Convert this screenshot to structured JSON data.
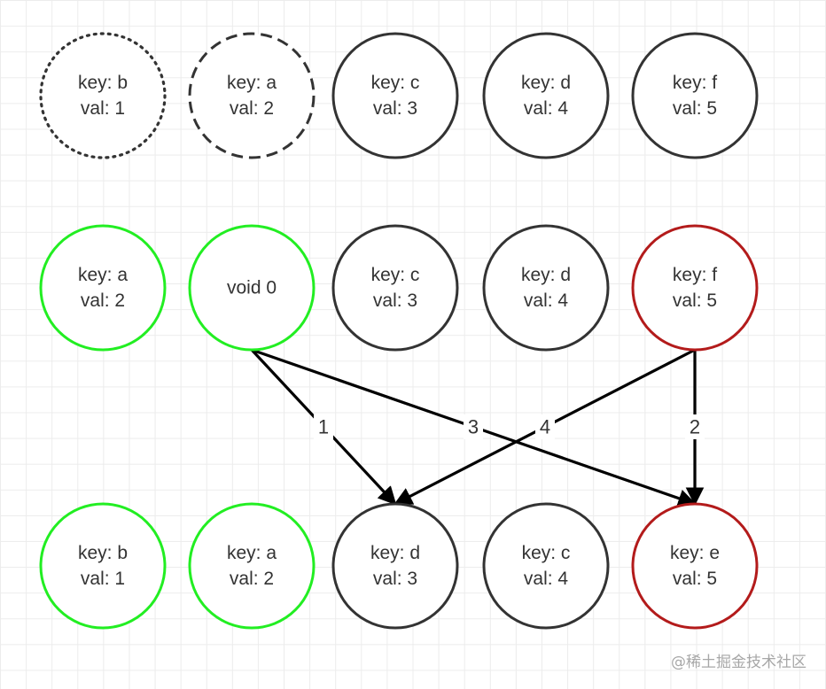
{
  "nodes": [
    {
      "id": "r1c1",
      "lines": [
        "key: b",
        "val: 1"
      ],
      "border": "dotted",
      "color": "#333333"
    },
    {
      "id": "r1c2",
      "lines": [
        "key: a",
        "val: 2"
      ],
      "border": "dashed",
      "color": "#333333"
    },
    {
      "id": "r1c3",
      "lines": [
        "key: c",
        "val: 3"
      ],
      "border": "solid",
      "color": "#333333"
    },
    {
      "id": "r1c4",
      "lines": [
        "key: d",
        "val: 4"
      ],
      "border": "solid",
      "color": "#333333"
    },
    {
      "id": "r1c5",
      "lines": [
        "key: f",
        "val: 5"
      ],
      "border": "solid",
      "color": "#333333"
    },
    {
      "id": "r2c1",
      "lines": [
        "key: a",
        "val: 2"
      ],
      "border": "solid",
      "color": "#22ee22"
    },
    {
      "id": "r2c2",
      "lines": [
        "void 0"
      ],
      "border": "solid",
      "color": "#22ee22"
    },
    {
      "id": "r2c3",
      "lines": [
        "key: c",
        "val: 3"
      ],
      "border": "solid",
      "color": "#333333"
    },
    {
      "id": "r2c4",
      "lines": [
        "key: d",
        "val: 4"
      ],
      "border": "solid",
      "color": "#333333"
    },
    {
      "id": "r2c5",
      "lines": [
        "key: f",
        "val: 5"
      ],
      "border": "solid",
      "color": "#b31b1b"
    },
    {
      "id": "r3c1",
      "lines": [
        "key: b",
        "val: 1"
      ],
      "border": "solid",
      "color": "#22ee22"
    },
    {
      "id": "r3c2",
      "lines": [
        "key: a",
        "val: 2"
      ],
      "border": "solid",
      "color": "#22ee22"
    },
    {
      "id": "r3c3",
      "lines": [
        "key: d",
        "val: 3"
      ],
      "border": "solid",
      "color": "#333333"
    },
    {
      "id": "r3c4",
      "lines": [
        "key: c",
        "val: 4"
      ],
      "border": "solid",
      "color": "#333333"
    },
    {
      "id": "r3c5",
      "lines": [
        "key: e",
        "val: 5"
      ],
      "border": "solid",
      "color": "#b31b1b"
    }
  ],
  "edges": [
    {
      "from": "r2c2",
      "to": "r3c3",
      "label": "1"
    },
    {
      "from": "r2c5",
      "to": "r3c5",
      "label": "2"
    },
    {
      "from": "r2c2",
      "to": "r3c5",
      "label": "3"
    },
    {
      "from": "r2c5",
      "to": "r3c3",
      "label": "4"
    }
  ],
  "colors": {
    "default_stroke": "#333333",
    "green_stroke": "#22ee22",
    "red_stroke": "#b31b1b",
    "arrow": "#000000",
    "grid": "#ececec"
  },
  "watermark": "@稀土掘金技术社区"
}
